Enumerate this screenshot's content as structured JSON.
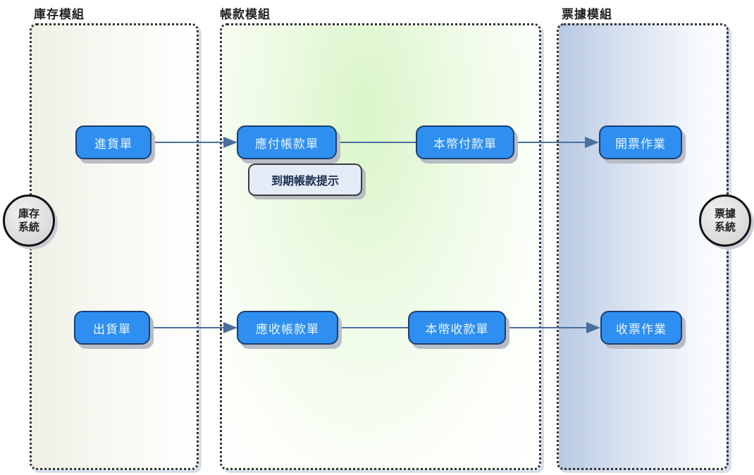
{
  "lanes": [
    {
      "id": "inventory",
      "title": "庫存模組"
    },
    {
      "id": "accounts",
      "title": "帳款模組"
    },
    {
      "id": "bills",
      "title": "票據模組"
    }
  ],
  "nodes": {
    "purchase_order": "進貨單",
    "payable": "應付帳款單",
    "local_payment": "本幣付款單",
    "issue_note": "開票作業",
    "shipment_order": "出貨單",
    "receivable": "應收帳款單",
    "local_receipt": "本幣收款單",
    "receive_note": "收票作業"
  },
  "note": {
    "due_reminder": "到期帳款提示"
  },
  "systems": {
    "inventory_system": "庫存\n系統",
    "bill_system": "票據\n系統"
  },
  "colors": {
    "node_fill": "#2e8ff0",
    "node_border": "#1b3f70",
    "arrow": "#4a6f9e"
  },
  "edges": [
    [
      "進貨單",
      "應付帳款單"
    ],
    [
      "應付帳款單",
      "本幣付款單"
    ],
    [
      "本幣付款單",
      "開票作業"
    ],
    [
      "出貨單",
      "應收帳款單"
    ],
    [
      "應收帳款單",
      "本幣收款單"
    ],
    [
      "本幣收款單",
      "收票作業"
    ]
  ]
}
